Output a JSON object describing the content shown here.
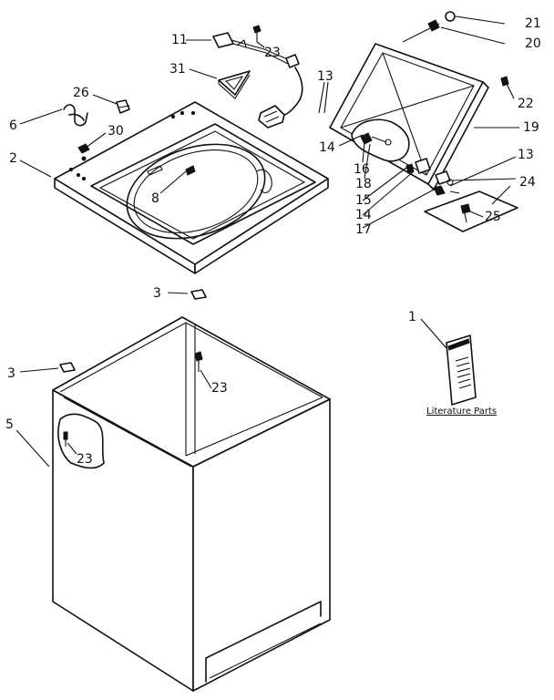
{
  "callouts": [
    {
      "id": "c1",
      "text": "1"
    },
    {
      "id": "c2",
      "text": "2"
    },
    {
      "id": "c3a",
      "text": "3"
    },
    {
      "id": "c3b",
      "text": "3"
    },
    {
      "id": "c5",
      "text": "5"
    },
    {
      "id": "c6",
      "text": "6"
    },
    {
      "id": "c8",
      "text": "8"
    },
    {
      "id": "c11",
      "text": "11"
    },
    {
      "id": "c13a",
      "text": "13"
    },
    {
      "id": "c13b",
      "text": "13"
    },
    {
      "id": "c14a",
      "text": "14"
    },
    {
      "id": "c14b",
      "text": "14"
    },
    {
      "id": "c15",
      "text": "15"
    },
    {
      "id": "c16",
      "text": "16"
    },
    {
      "id": "c17",
      "text": "17"
    },
    {
      "id": "c18",
      "text": "18"
    },
    {
      "id": "c19",
      "text": "19"
    },
    {
      "id": "c20",
      "text": "20"
    },
    {
      "id": "c21",
      "text": "21"
    },
    {
      "id": "c22",
      "text": "22"
    },
    {
      "id": "c23a",
      "text": "23"
    },
    {
      "id": "c23b",
      "text": "23"
    },
    {
      "id": "c23c",
      "text": "23"
    },
    {
      "id": "c24",
      "text": "24"
    },
    {
      "id": "c25",
      "text": "25"
    },
    {
      "id": "c26",
      "text": "26"
    },
    {
      "id": "c30",
      "text": "30"
    },
    {
      "id": "c31",
      "text": "31"
    }
  ],
  "literature_label": "Literature Parts"
}
